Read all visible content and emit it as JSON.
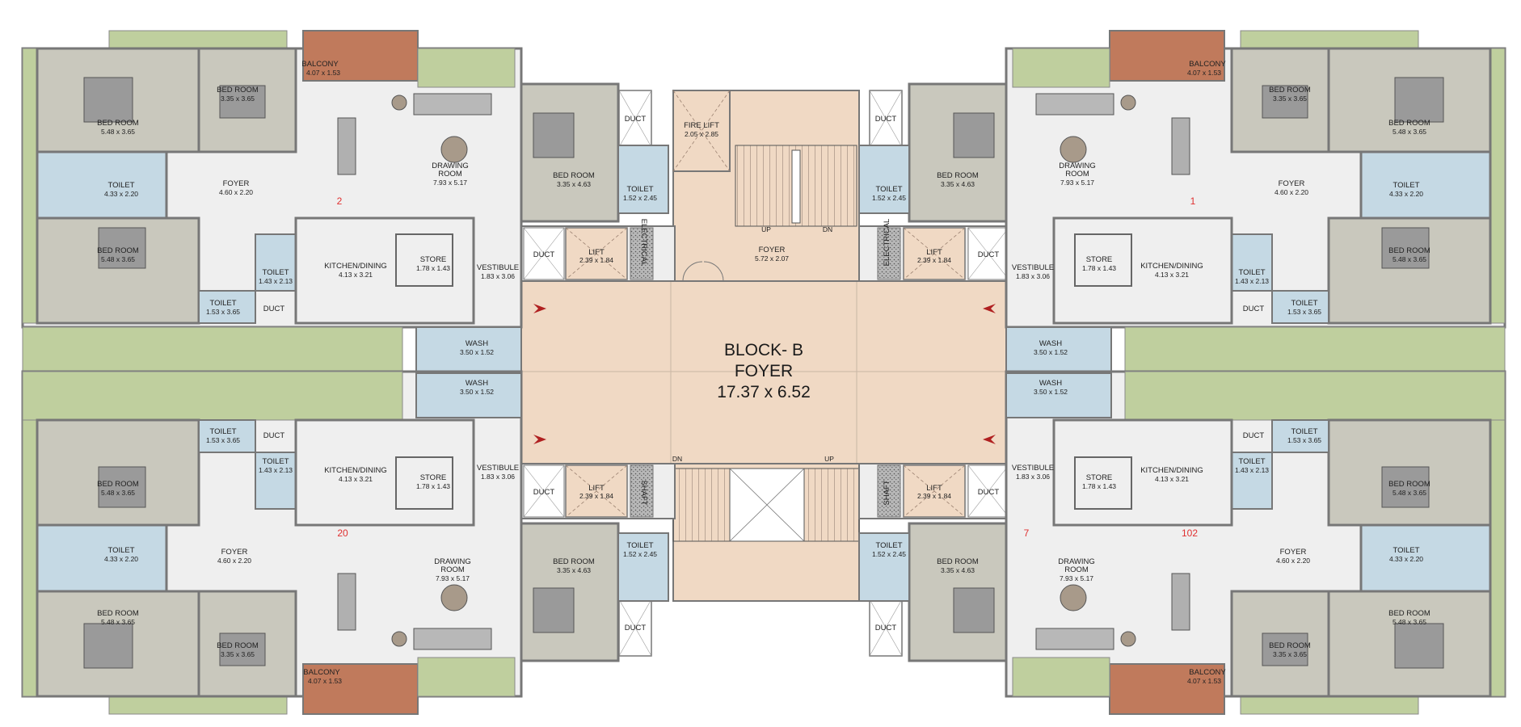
{
  "center": {
    "line1": "BLOCK- B",
    "line2": "FOYER",
    "line3": "17.37 x 6.52"
  },
  "labels": {
    "balcony": "BALCONY",
    "balcony_dim": "4.07 x 1.53",
    "bed_room": "BED ROOM",
    "bed_small_dim": "3.35 x 3.65",
    "bed_big_dim": "5.48 x 3.65",
    "bed_mid_dim": "3.35 x 4.63",
    "toilet": "TOILET",
    "toilet_a_dim": "4.33 x 2.20",
    "toilet_b_dim": "1.43 x 2.13",
    "toilet_c_dim": "1.53 x 3.65",
    "toilet_d_dim": "1.52 x 2.45",
    "foyer": "FOYER",
    "foyer_dim": "4.60 x 2.20",
    "drawing1": "DRAWING",
    "drawing2": "ROOM",
    "drawing_dim": "7.93 x 5.17",
    "kitchen": "KITCHEN/DINING",
    "kitchen_dim": "4.13 x 3.21",
    "store": "STORE",
    "store_dim": "1.78 x 1.43",
    "vestibule": "VESTIBULE",
    "vestibule_dim": "1.83 x 3.06",
    "wash": "WASH",
    "wash_dim": "3.50 x 1.52",
    "duct": "DUCT",
    "fire_lift1": "FIRE LIFT",
    "fire_lift_dim": "2.05 x 2.85",
    "lift": "LIFT",
    "lift_dim": "2.39 x 1.84",
    "elec1": "ELECTRICAL",
    "elec2": "SHAFT",
    "foyer_stair_dim": "5.72 x 2.07",
    "up": "UP",
    "dn": "DN"
  },
  "unit_numbers": {
    "tl": "2",
    "tr": "1",
    "bl": "20",
    "br_a": "7",
    "br_b": "102"
  },
  "colors": {
    "foyer_tan": "#f0d9c4",
    "wall": "#8a8a8a",
    "bed_room": "#c9c8bd",
    "living": "#efefef",
    "toilet": "#c5d9e4",
    "balcony": "#c07a5c",
    "planter": "#bfcf9e",
    "unit_num": "#e03030"
  }
}
